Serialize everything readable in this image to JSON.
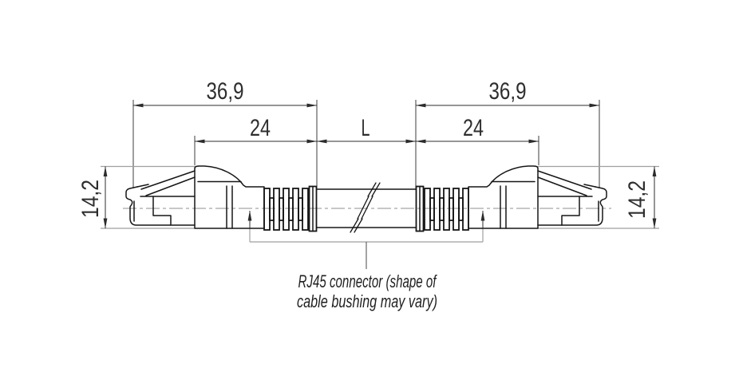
{
  "dims": {
    "overall_left": "36,9",
    "boot_left": "24",
    "cable": "L",
    "boot_right": "24",
    "overall_right": "36,9",
    "height_left": "14,2",
    "height_right": "14,2"
  },
  "callout": {
    "line1": "RJ45 connector (shape of",
    "line2": "cable bushing may vary)"
  },
  "colors": {
    "background": "#ffffff",
    "outline": "#161616",
    "dimension": "#2e2e2e",
    "extension_gray": "#9f9f9f",
    "centerline": "#8f8f8f"
  }
}
